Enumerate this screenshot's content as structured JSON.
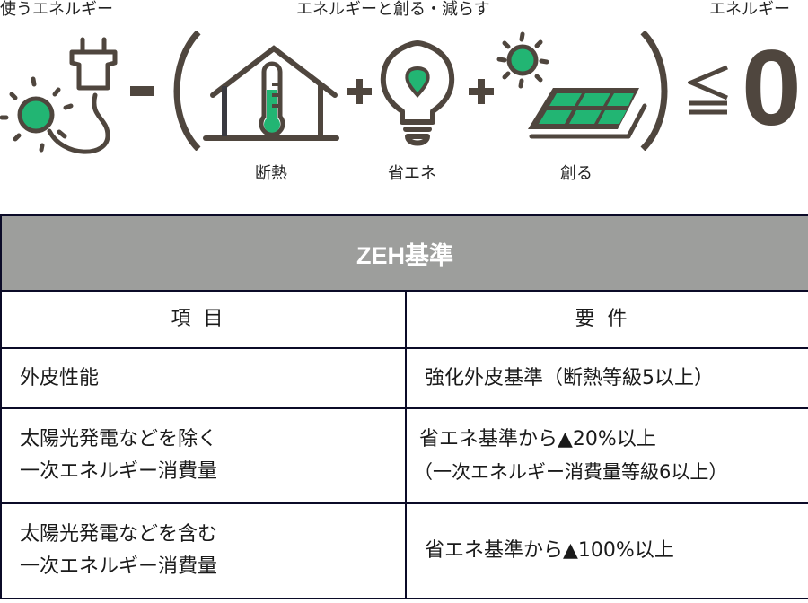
{
  "formula": {
    "labels": {
      "use_energy": "使うエネルギー",
      "create_reduce": "エネルギーと創る・減らす",
      "result_energy": "エネルギー"
    },
    "items": [
      {
        "id": "insulation",
        "label": "断熱",
        "icon": "house-thermometer-icon"
      },
      {
        "id": "energy_saving",
        "label": "省エネ",
        "icon": "lightbulb-icon"
      },
      {
        "id": "generation",
        "label": "創る",
        "icon": "solar-panel-icon"
      }
    ],
    "operators": {
      "minus": "−",
      "plus": "+",
      "open_paren": "(",
      "close_paren": ")",
      "leq": "≦",
      "zero": "0"
    },
    "colors": {
      "brown": "#4f463e",
      "green": "#22b573",
      "dark_stroke": "#3a3a40"
    }
  },
  "table": {
    "title": "ZEH基準",
    "header_bg": "#9d9e9c",
    "border_color": "#0b0b28",
    "columns": [
      "項目",
      "要件"
    ],
    "rows": [
      {
        "item": [
          "外皮性能"
        ],
        "requirement": [
          "強化外皮基準（断熱等級5以上）"
        ]
      },
      {
        "item": [
          "太陽光発電などを除く",
          "一次エネルギー消費量"
        ],
        "requirement": [
          "省エネ基準から▲20%以上",
          "（一次エネルギー消費量等級6以上）"
        ]
      },
      {
        "item": [
          "太陽光発電などを含む",
          "一次エネルギー消費量"
        ],
        "requirement": [
          "省エネ基準から▲100%以上"
        ]
      }
    ]
  }
}
